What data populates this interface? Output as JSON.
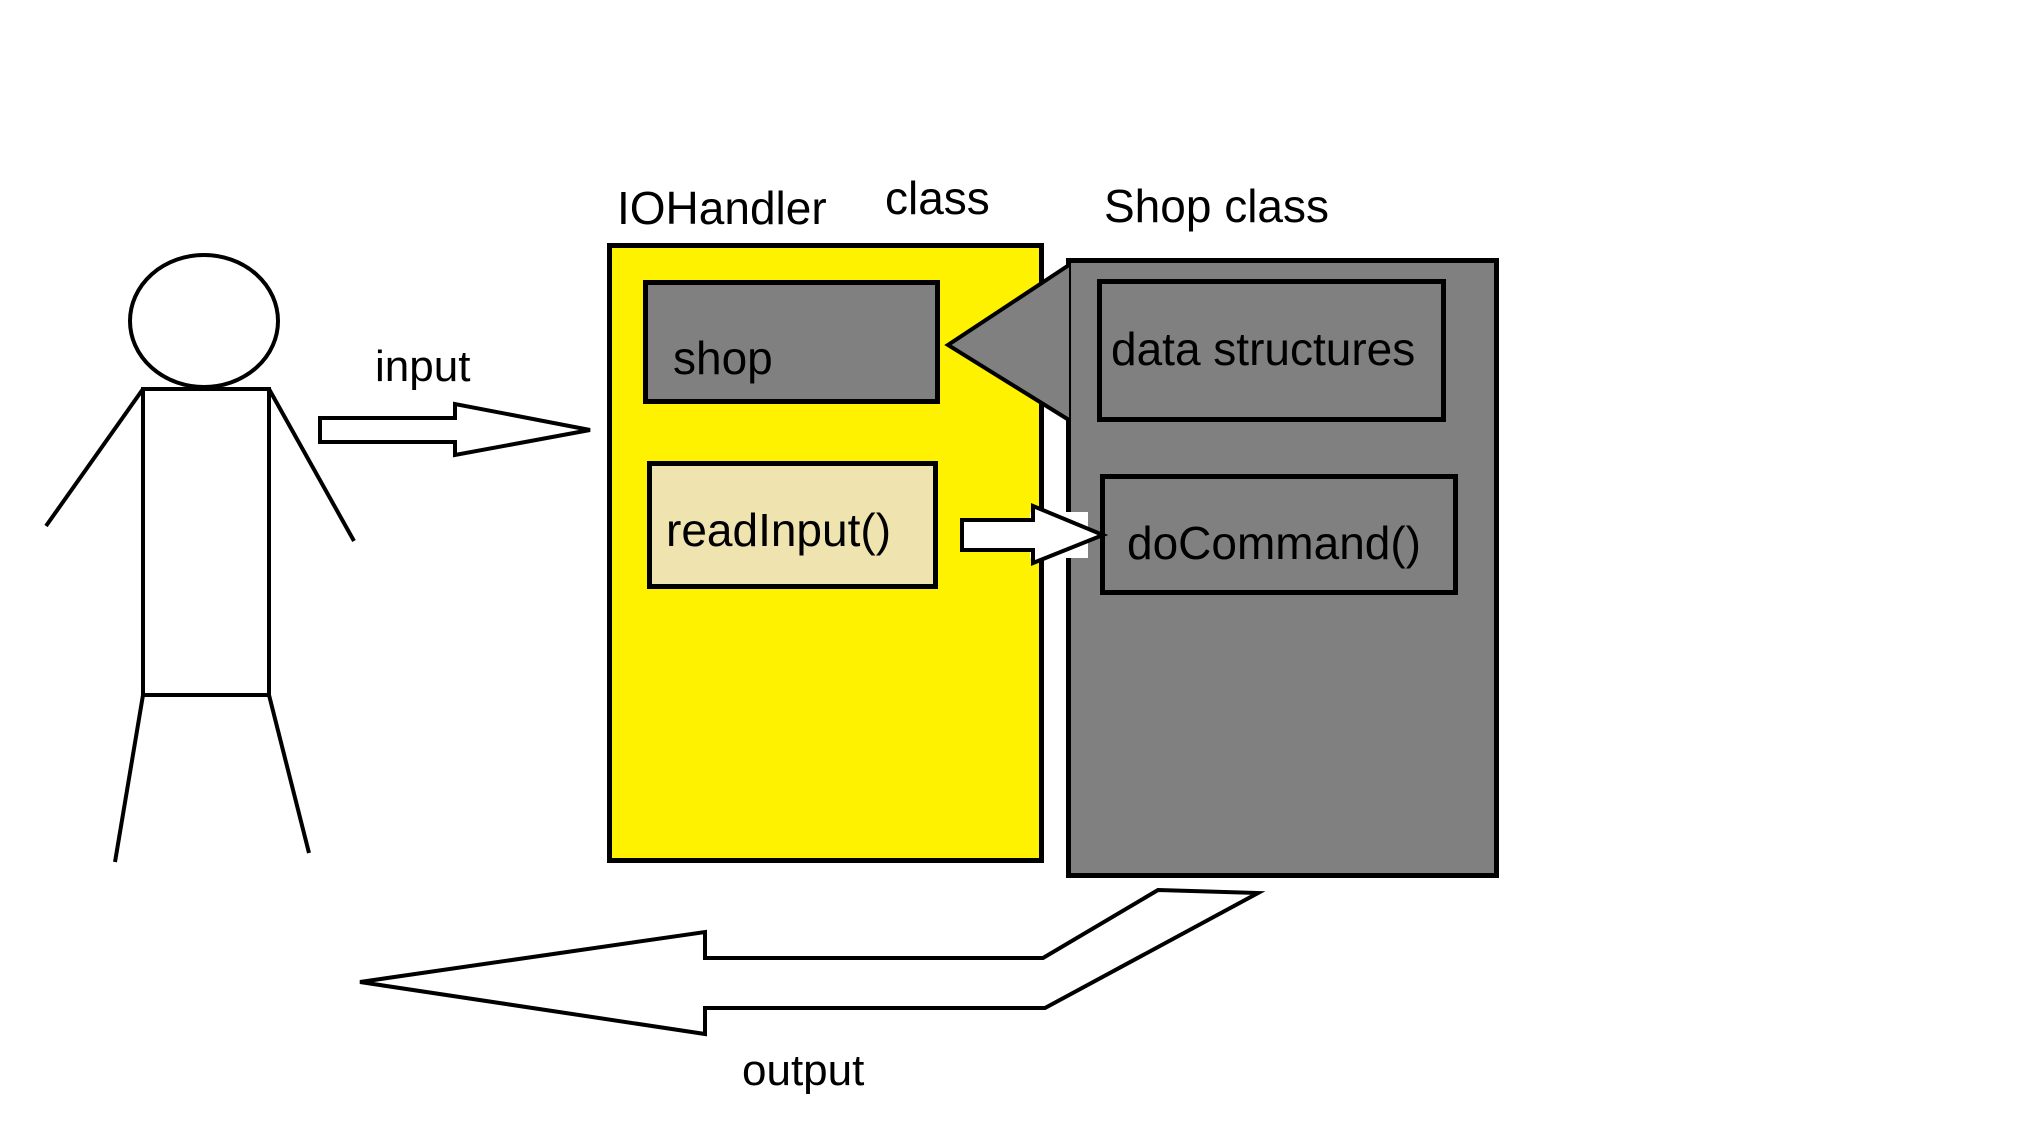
{
  "diagram": {
    "colors": {
      "background": "#ffffff",
      "stroke": "#000000",
      "iohandler_fill": "#fff200",
      "shop_fill": "#808080",
      "readinput_fill": "#efe4b0",
      "arrow_fill": "#ffffff"
    },
    "labels": {
      "input": "input",
      "output": "output",
      "iohandler_name": "IOHandler",
      "iohandler_class_word": "class",
      "shop_class": "Shop class"
    },
    "iohandler": {
      "members": {
        "shop": "shop",
        "read_input": "readInput()"
      }
    },
    "shop_class": {
      "members": {
        "data_structures": "data structures",
        "do_command": "doCommand()"
      }
    }
  }
}
